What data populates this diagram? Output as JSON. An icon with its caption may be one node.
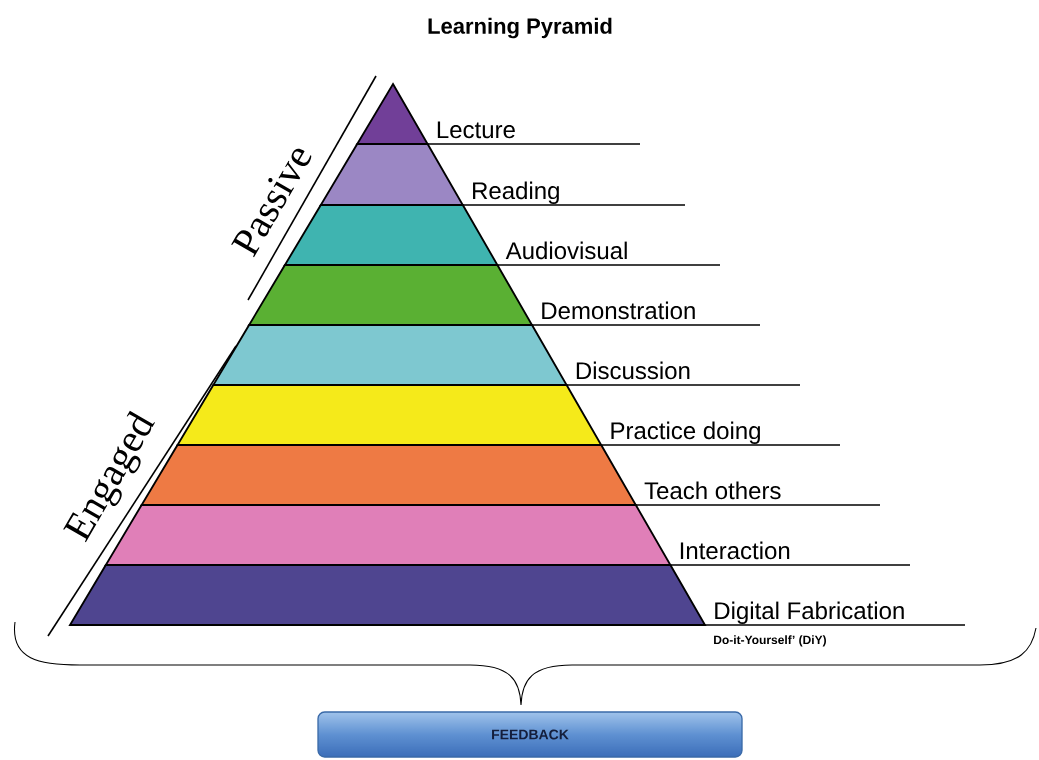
{
  "diagram": {
    "title": "Learning Pyramid",
    "nodes": [
      {
        "text": [],
        "shape": "band",
        "beside": [
          "Lecture"
        ]
      },
      {
        "text": [],
        "shape": "band",
        "beside": [
          "Reading"
        ]
      },
      {
        "text": [],
        "shape": "band",
        "beside": [
          "Audiovisual"
        ]
      },
      {
        "text": [],
        "shape": "band",
        "beside": [
          "Demonstration"
        ]
      },
      {
        "text": [],
        "shape": "band",
        "beside": [
          "Discussion"
        ]
      },
      {
        "text": [],
        "shape": "band",
        "beside": [
          "Practice doing"
        ]
      },
      {
        "text": [],
        "shape": "band",
        "beside": [
          "Teach others"
        ]
      },
      {
        "text": [],
        "shape": "band",
        "beside": [
          "Interaction"
        ]
      },
      {
        "text": [],
        "shape": "band",
        "beside": [
          "Digital Fabrication",
          "Do-it-Yourself’ (DiY)"
        ]
      },
      {
        "text": [
          "FEEDBACK"
        ]
      }
    ],
    "edges": [],
    "labels": [
      "Passive",
      "Engaged"
    ]
  }
}
